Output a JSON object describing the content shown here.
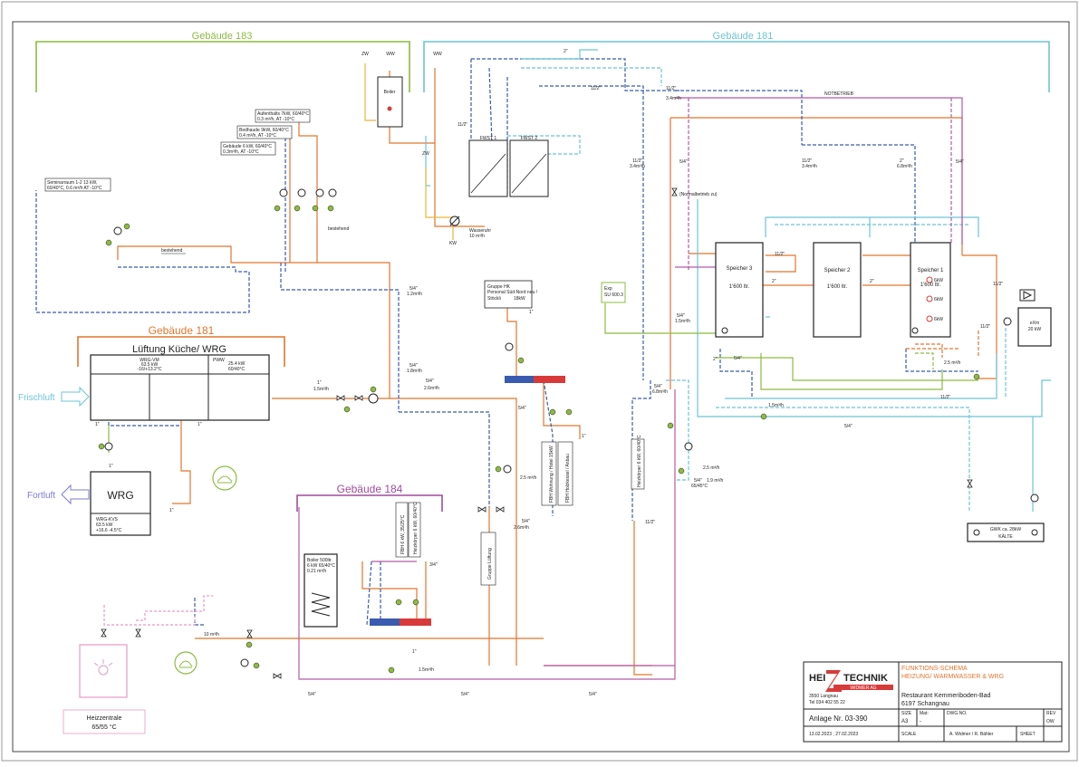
{
  "buildings": {
    "g183": "Gebäude 183",
    "g181_top": "Gebäude 181",
    "g181_left": "Gebäude 181",
    "g184": "Gebäude 184"
  },
  "lueftung": {
    "title": "Lüftung Küche/ WRG",
    "wrgvm": "WRG-VM",
    "wrgvm_kw": "63.5 kW",
    "wrgvm_temp": "-16/+13.2°C",
    "pwwr": "PWW",
    "pwwr_kw": "25.4 kW",
    "pwwr_temp": "60/40°C",
    "frischluft": "Frischluft",
    "fortluft": "Fortluft",
    "wrg": "WRG",
    "wrg_sub1": "WRG-KVS",
    "wrg_sub2": "63.5 kW",
    "wrg_sub3": "+16.6 -4.5°C"
  },
  "consumers_183": {
    "a1": "Aufenthalts 7kW, 60/40°C",
    "a2": "0.3 m³/h, AT -10°C",
    "b1": "Bedhaude 9kW, 60/40°C",
    "b2": "0.4 m³/h, AT -10°C",
    "c1": "Gebäude 6 kW, 60/40°C",
    "c2": "0.3m³/h, AT -10°C",
    "d1": "Seminarraum 1-2 13 kW,",
    "d2": "60/40°C, 0.6 m³/h AT -10°C",
    "bestehend1": "bestehend",
    "bestehend2": "bestehend"
  },
  "boiler_top": "Boiler",
  "ww": "WW",
  "kw": "KW",
  "zw": "ZW",
  "fwst1": "FWST 1",
  "fwst2": "FWST 2",
  "wasseruhr": "Wasseruhr",
  "wasseruhr_flow": "10 m³/h",
  "notbetrieb": "NOTBETRIEB",
  "normalbetrieb": "(Normalbetrieb zu)",
  "speicher": {
    "s1": "Speicher 1",
    "s1_vol": "1'600 ltr.",
    "s2": "Speicher 2",
    "s2_vol": "1'600 ltr.",
    "s3": "Speicher 3",
    "s3_vol": "1'600 ltr.",
    "heater": "6kW"
  },
  "exp": "Exp",
  "exp_sub": "SU 600.3",
  "exm": "eXm",
  "exm_kw": "20 kW",
  "gwk_title": "GWK ca. 28kW",
  "gwk_sub": "KÄLTE",
  "gruppe_hk": {
    "l1": "Gruppe HK",
    "l2": "Personal Süd-Nord neu /",
    "l3": "Stöckli",
    "l4": "18kW"
  },
  "gruppe_lueftung": "Gruppe Lüftung",
  "fbh1": "FBH Wohnung / Hotel 15kW",
  "fbh2": "FBH Holzkessel / Anbau",
  "fbh184_1": "FBH 6 kW, 35/25°C",
  "fbh184_2": "Heizkörper 6 kW, 60/40°C",
  "heizkoerper_181": "Heizkörper 6 kW, 60/40°C",
  "boiler184": {
    "l1": "Boiler 500ltr.",
    "l2": "6 kW 65/40°C",
    "l3": "0.21 m³/h"
  },
  "heizzentrale": {
    "l1": "Heizzentrale",
    "l2": "65/55 °C"
  },
  "pipes": {
    "p112": "11/2\"",
    "p2": "2\"",
    "p54": "5/4\"",
    "p1": "1\"",
    "p34": "3/4\"",
    "f12": "1.2m³/h",
    "f18": "1.8m³/h",
    "f26": "2.6m³/h",
    "f34": "3.4m³/h",
    "f68": "6.8m³/h",
    "f15": "1.5m³/h",
    "f25": "2.5 m³/h",
    "f19": "1.9 m³/h",
    "t6545": "65/45°C",
    "f10": "10 m³/h"
  },
  "titleblock": {
    "brand_left": "HEI",
    "brand_right": "TECHNIK",
    "brand_sub": "WIDMER AG",
    "addr1": "3550 Langnau",
    "addr2": "Tel 034 402 55 22",
    "funk1": "FUNKTIONS-SCHEMA",
    "funk2": "HEIZUNG/ WARMWASSER & WRG",
    "proj1": "Restaurant Kemmeriboden-Bad",
    "proj2": "6197 Schangnau",
    "anlage": "Anlage Nr. 03-390",
    "dates": "13.02.2023 ; 27.02.2023",
    "size_h": "SIZE",
    "size_v": "A3",
    "mat_h": "Mat:",
    "mat_v": "-",
    "dwg_h": "DWG NO.",
    "rev_h": "REV",
    "rev_v": "OW",
    "scale_h": "SCALE",
    "authors": "A. Widmer / R. Bähler",
    "sheet_h": "SHEET"
  },
  "colors": {
    "supply": "#e2762f",
    "return": "#3a5bb0",
    "cyan": "#6cc4d6",
    "purple": "#b55aa8",
    "green": "#8dbb3f",
    "yellow": "#e8b83a",
    "red": "#d83a3a",
    "pink": "#e79ac7"
  }
}
